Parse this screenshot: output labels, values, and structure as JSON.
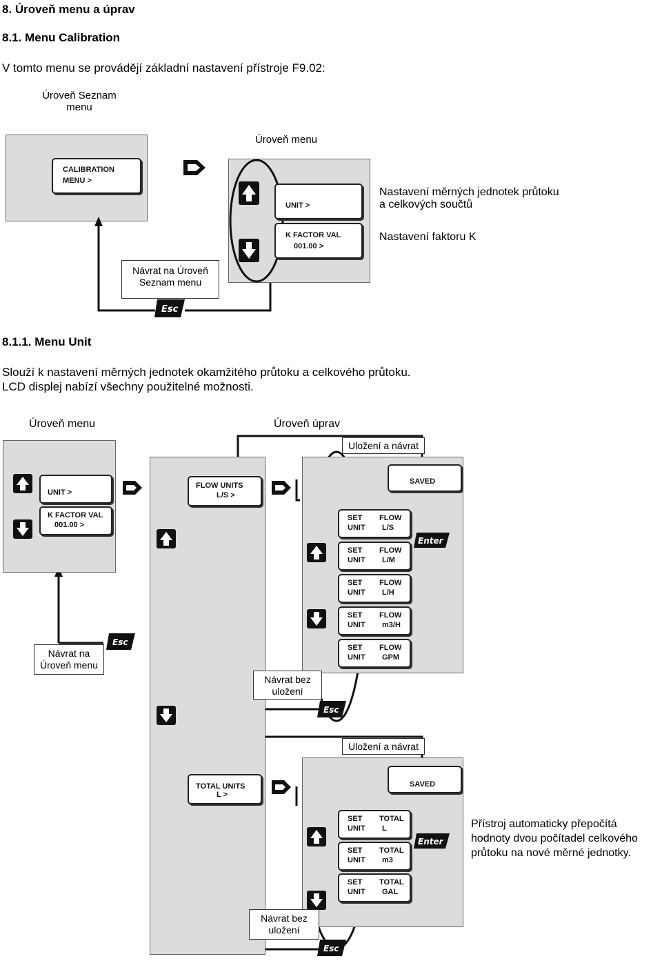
{
  "heading_main": "8. Úroveň menu a úprav",
  "heading_cal": "8.1. Menu Calibration",
  "intro": "V tomto menu se provádějí základní nastavení přístroje F9.02:",
  "fig1": {
    "level_list_line1": "Úroveň Seznam",
    "level_list_line2": "menu",
    "level_menu": "Úroveň menu",
    "calib_screen_line1": "CALIBRATION",
    "calib_screen_line2": "MENU          >",
    "unit_screen": "UNIT          >",
    "kfactor_line1": "K FACTOR VAL",
    "kfactor_line2": "001.00        >",
    "desc_units_line1": "Nastavení měrných jednotek průtoku",
    "desc_units_line2": "a celkových součtů",
    "desc_kfactor": "Nastavení faktoru K",
    "back_line1": "Návrat na Úroveň",
    "back_line2": "Seznam menu",
    "esc": "Esc"
  },
  "heading_unit": "8.1.1. Menu Unit",
  "unit_desc_line1": "Slouží k nastavení měrných jednotek okamžitého průtoku a celkového průtoku.",
  "unit_desc_line2": "LCD displej nabízí všechny použitelné možnosti.",
  "fig2": {
    "level_menu": "Úroveň menu",
    "level_edit": "Úroveň úprav",
    "save_return_1": "Uložení a návrat",
    "save_return_2": "Uložení a návrat",
    "unit_screen": "UNIT          >",
    "kfactor_line1": "K FACTOR VAL",
    "kfactor_line2": "001.00      >",
    "flow_units_line1": "FLOW   UNITS",
    "flow_units_line2": "L/S       >",
    "total_units_line1": "TOTAL   UNITS",
    "total_units_line2": "L          >",
    "saved_1": "SAVED",
    "saved_2": "SAVED",
    "enter_1": "Enter",
    "enter_2": "Enter",
    "esc_1": "Esc",
    "esc_2": "Esc",
    "esc_3": "Esc",
    "back_menu_line1": "Návrat na",
    "back_menu_line2": "Úroveň menu",
    "back_nosave_1_line1": "Návrat bez",
    "back_nosave_1_line2": "uložení",
    "back_nosave_2_line1": "Návrat bez",
    "back_nosave_2_line2": "uložení",
    "flow_options": [
      {
        "set": "SET",
        "unit": "UNIT",
        "name": "FLOW",
        "value": "L/S"
      },
      {
        "set": "SET",
        "unit": "UNIT",
        "name": "FLOW",
        "value": "L/M"
      },
      {
        "set": "SET",
        "unit": "UNIT",
        "name": "FLOW",
        "value": "L/H"
      },
      {
        "set": "SET",
        "unit": "UNIT",
        "name": "FLOW",
        "value": "m3/H"
      },
      {
        "set": "SET",
        "unit": "UNIT",
        "name": "FLOW",
        "value": "GPM"
      }
    ],
    "total_options": [
      {
        "set": "SET",
        "unit": "UNIT",
        "name": "TOTAL",
        "value": "L"
      },
      {
        "set": "SET",
        "unit": "UNIT",
        "name": "TOTAL",
        "value": "m3"
      },
      {
        "set": "SET",
        "unit": "UNIT",
        "name": "TOTAL",
        "value": "GAL"
      }
    ],
    "note_line1": "Přístroj automaticky přepočítá",
    "note_line2": "hodnoty dvou počítadel celkového",
    "note_line3": "průtoku na nové měrné jednotky."
  }
}
